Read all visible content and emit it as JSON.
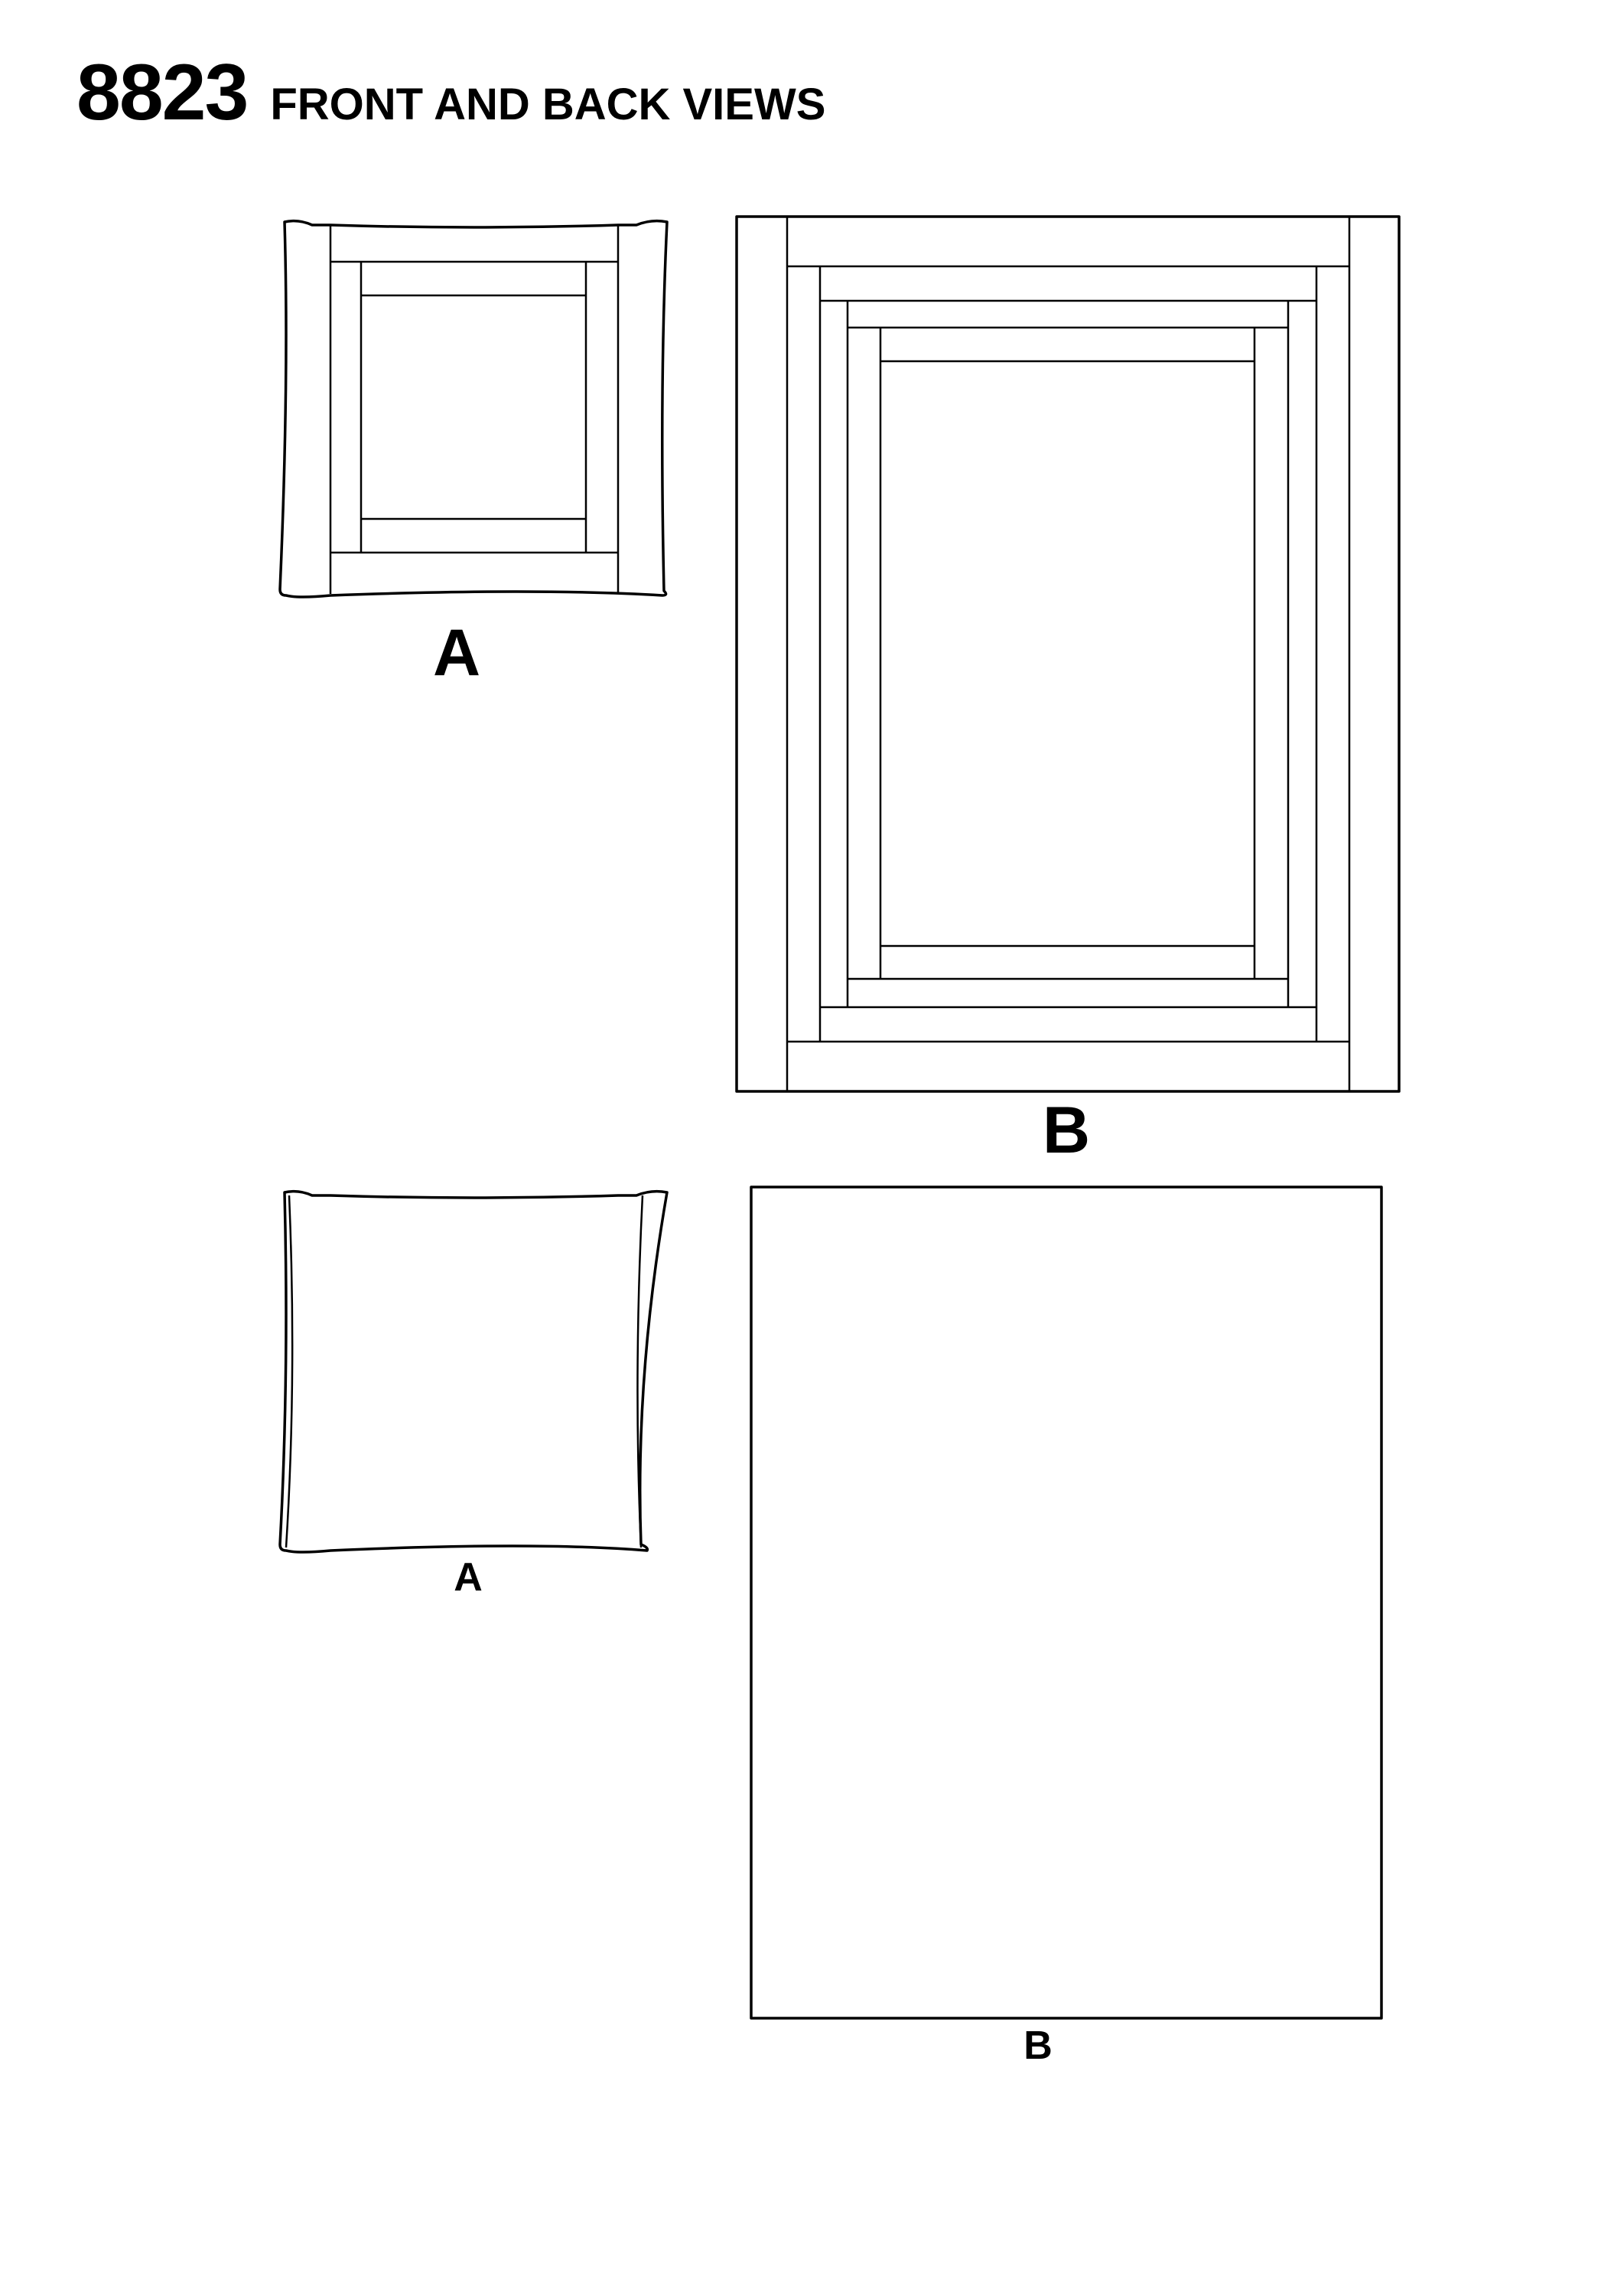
{
  "header": {
    "pattern_number": "8823",
    "title": "FRONT AND BACK VIEWS"
  },
  "views": {
    "front_a_label": "A",
    "front_b_label": "B",
    "back_a_label": "A",
    "back_b_label": "B"
  },
  "colors": {
    "line": "#000000",
    "background": "#ffffff"
  }
}
